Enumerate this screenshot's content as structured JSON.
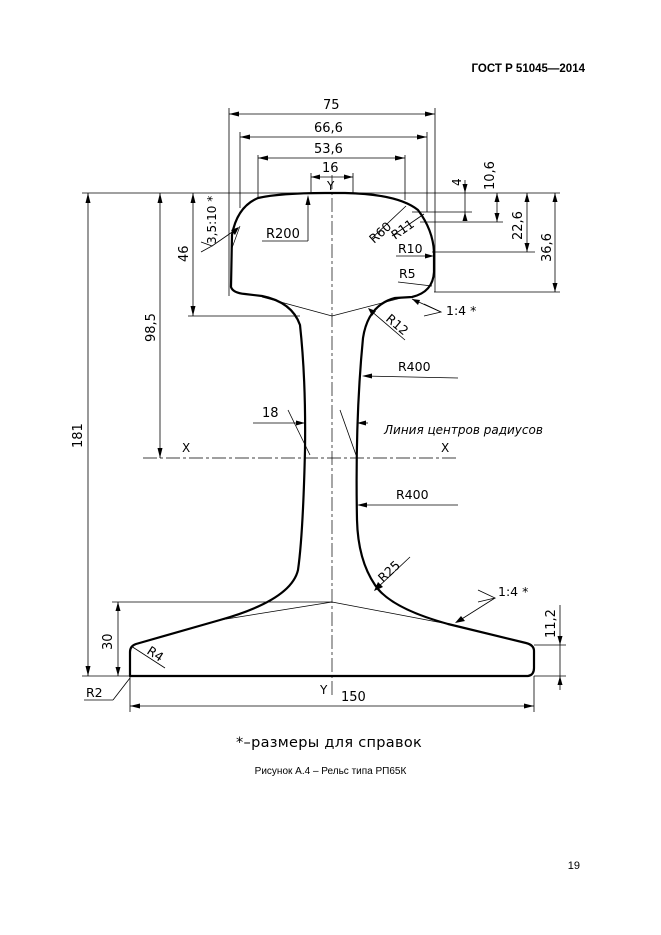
{
  "header": {
    "standard": "ГОСТ Р 51045—2014"
  },
  "drawing": {
    "dimensions": {
      "width_75": "75",
      "width_66_6": "66,6",
      "width_53_6": "53,6",
      "width_16": "16",
      "h_4": "4",
      "h_10_6": "10,6",
      "h_22_6": "22,6",
      "h_36_6": "36,6",
      "h_181": "181",
      "h_98_5": "98,5",
      "h_46": "46",
      "h_30": "30",
      "h_11_2": "11,2",
      "web_18": "18",
      "base_150": "150"
    },
    "radii": {
      "r200": "R200",
      "r60": "R60",
      "r11": "R11",
      "r10": "R10",
      "r5": "R5",
      "r12": "R12",
      "r400_top": "R400",
      "r400_bottom": "R400",
      "r25": "R25",
      "r4": "R4",
      "r2": "R2"
    },
    "slopes": {
      "head_side": "3,5:10 *",
      "head_under": "1:4 *",
      "base_top": "1:4 *"
    },
    "axes": {
      "y_top": "Y",
      "y_bottom": "Y",
      "x_left": "X",
      "x_right": "X"
    },
    "center_line_label": "Линия центров радиусов"
  },
  "note": "*–размеры для справок",
  "caption": "Рисунок А.4 – Рельс типа РП65К",
  "page_number": "19"
}
